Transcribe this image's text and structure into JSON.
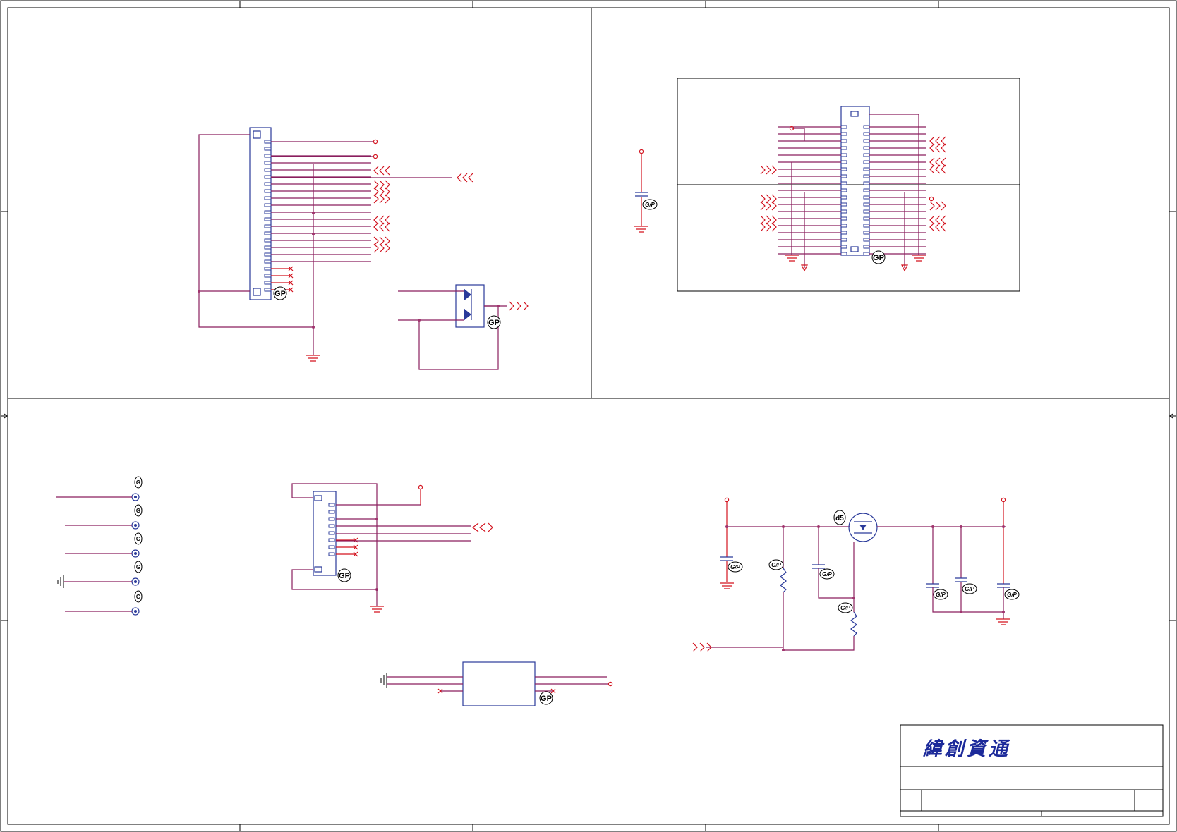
{
  "title_block": {
    "company": "緯創資通"
  },
  "badges": {
    "gp": "GP",
    "cap_small": "G/P",
    "nut": "G",
    "mos": "d5"
  },
  "colors": {
    "wire": "#d3131f",
    "net": "#8a1f5e",
    "symbol": "#2a3a9a",
    "frame": "#000000"
  }
}
